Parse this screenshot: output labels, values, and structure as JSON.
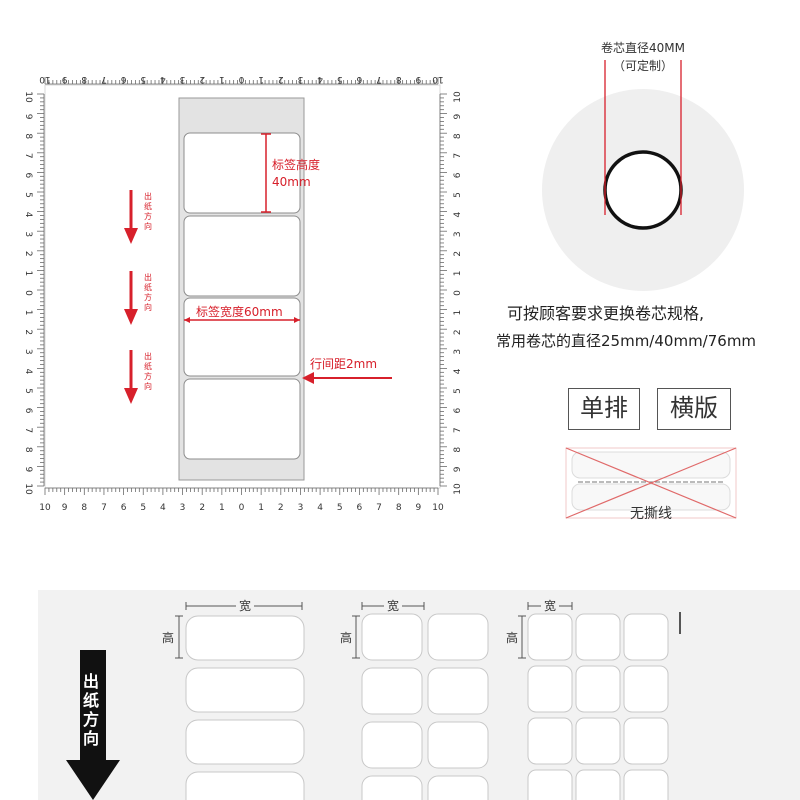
{
  "ruler": {
    "top_ticks": [
      "10",
      "9",
      "8",
      "7",
      "6",
      "5",
      "4",
      "3",
      "2",
      "1",
      "0",
      "1",
      "2",
      "3",
      "4",
      "5",
      "6",
      "7",
      "8",
      "9",
      "10"
    ],
    "side_ticks": [
      "10",
      "9",
      "8",
      "7",
      "6",
      "5",
      "4",
      "3",
      "2",
      "1",
      "0",
      "1",
      "2",
      "3",
      "4",
      "5",
      "6",
      "7",
      "8",
      "9",
      "10"
    ]
  },
  "label_roll": {
    "height_label_line1": "标签高度",
    "height_label_line2": "40mm",
    "width_label": "标签宽度60mm",
    "gap_label": "行间距2mm",
    "feed_direction": [
      "出纸方向",
      "出纸方向",
      "出纸方向"
    ]
  },
  "core": {
    "diameter_label": "卷芯直径40MM",
    "customizable": "（可定制）",
    "note_line1": "可按顾客要求更换卷芯规格,",
    "note_line2": "常用卷芯的直径25mm/40mm/76mm"
  },
  "options": {
    "single_row": "单排",
    "landscape": "横版",
    "no_tear_line": "无撕线"
  },
  "layouts": {
    "width_label": "宽",
    "height_label": "高",
    "feed_direction": "出纸方向"
  },
  "colors": {
    "accent_red": "#d7202b",
    "ruler_gray": "#6a6a6a"
  }
}
